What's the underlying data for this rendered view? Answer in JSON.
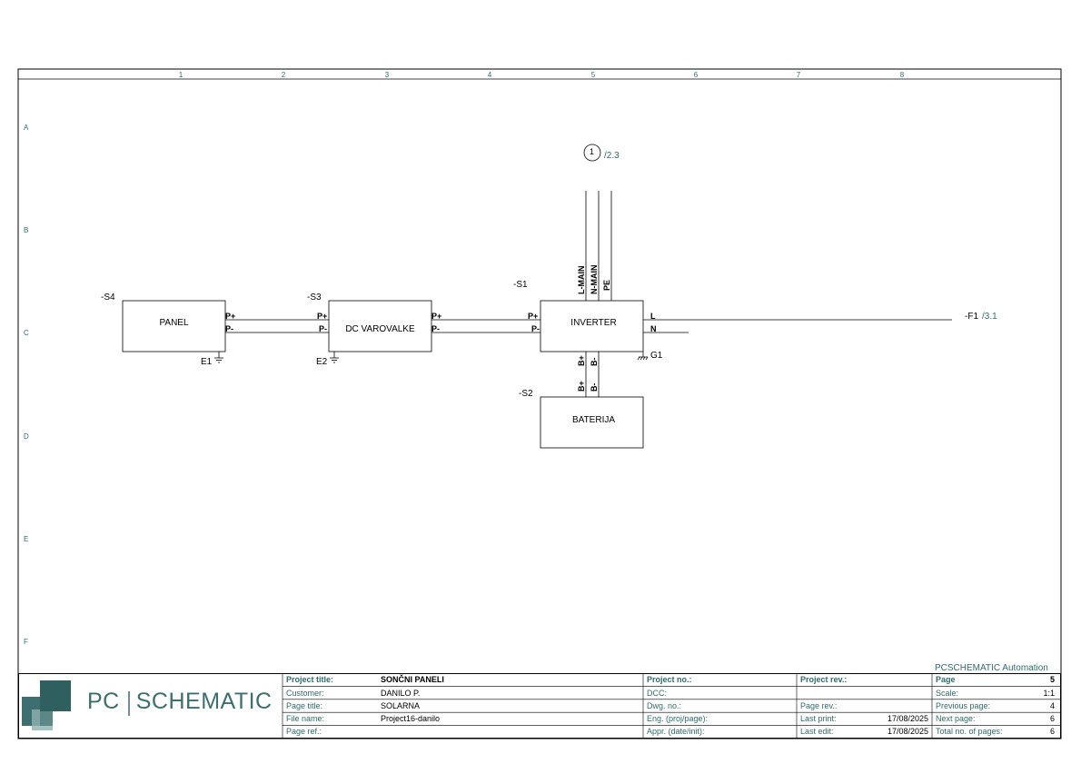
{
  "sheet": {
    "columns": [
      "1",
      "2",
      "3",
      "4",
      "5",
      "6",
      "7",
      "8"
    ],
    "rows": [
      "A",
      "B",
      "C",
      "D",
      "E",
      "F"
    ]
  },
  "components": {
    "panel": {
      "ref": "-S4",
      "label": "PANEL",
      "ground": "E1",
      "pins": [
        "P+",
        "P-"
      ]
    },
    "dc": {
      "ref": "-S3",
      "label": "DC VAROVALKE",
      "ground": "E2",
      "pins_in": [
        "P+",
        "P-"
      ],
      "pins_out": [
        "P+",
        "P-"
      ]
    },
    "inverter": {
      "ref": "-S1",
      "label": "INVERTER",
      "ground": "G1",
      "pins_in": [
        "P+",
        "P-"
      ],
      "pins_out": [
        "L",
        "N"
      ],
      "pins_top": [
        "L-MAIN",
        "N-MAIN",
        "PE"
      ],
      "pins_bottom": [
        "B+",
        "B-"
      ]
    },
    "battery": {
      "ref": "-S2",
      "label": "BATERIJA",
      "pins_top": [
        "B+",
        "B-"
      ]
    },
    "breaker": {
      "ref": "-F1",
      "xref": "/3.1"
    },
    "terminal": {
      "number": "1",
      "xref": "/2.3"
    }
  },
  "title_block": {
    "logo": {
      "left": "PC",
      "right": "SCHEMATIC"
    },
    "automation": "PCSCHEMATIC Automation",
    "col1": {
      "project_title_key": "Project title:",
      "project_title_val": "SONČNI PANELI",
      "customer_key": "Customer:",
      "customer_val": "DANILO P.",
      "page_title_key": "Page title:",
      "page_title_val": "SOLARNA",
      "file_name_key": "File name:",
      "file_name_val": "Project16-danilo",
      "page_ref_key": "Page ref.:",
      "page_ref_val": ""
    },
    "col2": {
      "project_no_key": "Project no.:",
      "dcc_key": "DCC:",
      "dwg_no_key": "Dwg. no.:",
      "eng_key": "Eng. (proj/page):",
      "appr_key": "Appr. (date/init):"
    },
    "col3": {
      "project_rev_key": "Project rev.:",
      "page_rev_key": "Page rev.:",
      "last_print_key": "Last print:",
      "last_print_val": "17/08/2025",
      "last_edit_key": "Last edit:",
      "last_edit_val": "17/08/2025"
    },
    "col4": {
      "page_key": "Page",
      "page_val": "5",
      "scale_key": "Scale:",
      "scale_val": "1:1",
      "prev_key": "Previous page:",
      "prev_val": "4",
      "next_key": "Next page:",
      "next_val": "6",
      "total_key": "Total no. of pages:",
      "total_val": "6"
    }
  },
  "colors": {
    "accent": "#2f6b6b",
    "logo_dark": "#2f5f5f",
    "logo_light": "#6f9a98"
  }
}
